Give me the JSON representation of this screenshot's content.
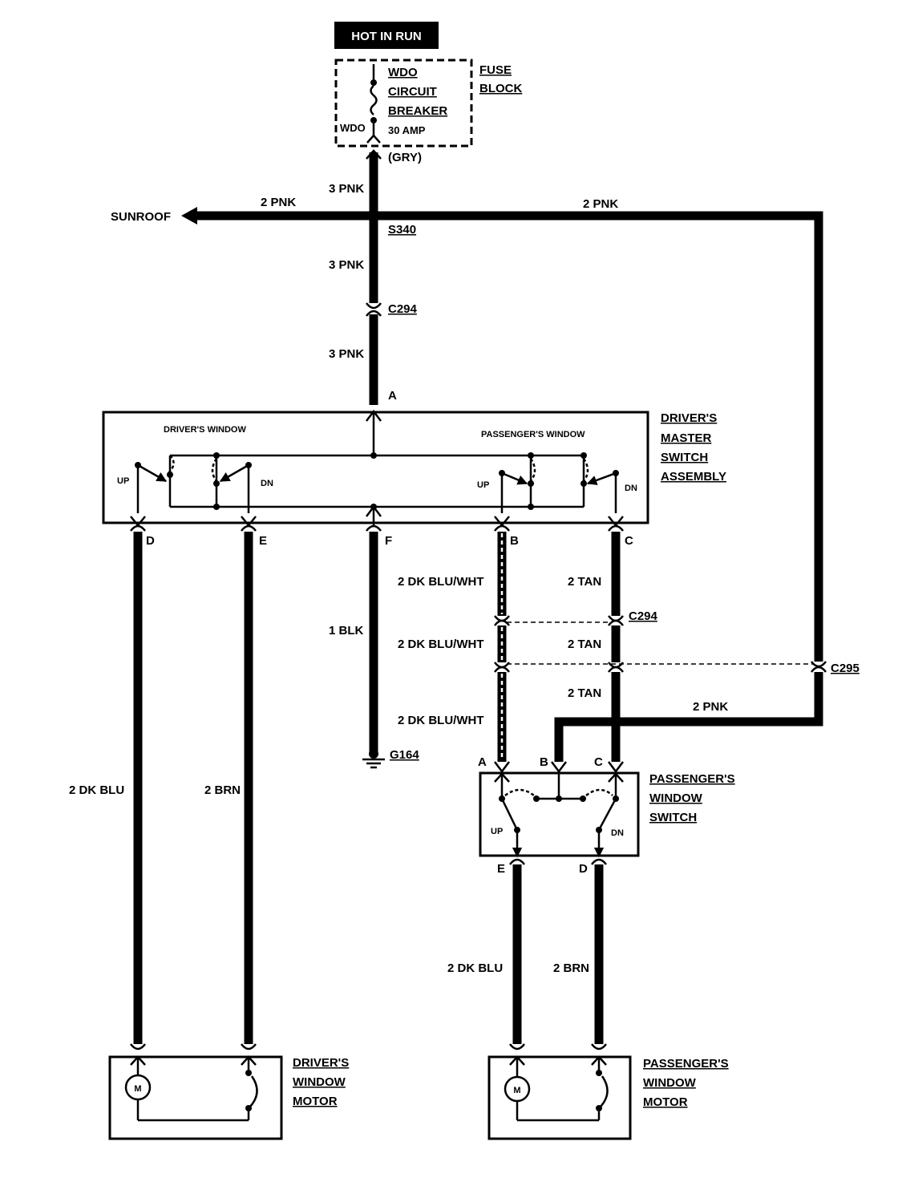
{
  "top": {
    "hot": "HOT IN RUN",
    "cb1": "WDO",
    "cb2": "CIRCUIT",
    "cb3": "BREAKER",
    "cb4": "30 AMP",
    "wdo": "WDO",
    "fuse1": "FUSE",
    "fuse2": "BLOCK",
    "gry": "(GRY)"
  },
  "wires": {
    "w1": "3 PNK",
    "w2": "2 PNK",
    "w3": "2 PNK",
    "w4": "3 PNK",
    "w5": "3 PNK",
    "w6": "1 BLK",
    "w7": "2 DK BLU/WHT",
    "w8": "2 TAN",
    "w9": "2 DK BLU/WHT",
    "w10": "2 TAN",
    "w11": "2 TAN",
    "w12": "2 PNK",
    "w13": "2 DK BLU/WHT",
    "w14": "2 DK BLU",
    "w15": "2 BRN",
    "w16": "2 DK BLU",
    "w17": "2 BRN"
  },
  "places": {
    "sunroof": "SUNROOF",
    "s340": "S340",
    "c294a": "C294",
    "c294b": "C294",
    "c295": "C295",
    "g164": "G164"
  },
  "master": {
    "l1": "DRIVER'S",
    "l2": "MASTER",
    "l3": "SWITCH",
    "l4": "ASSEMBLY",
    "drv": "DRIVER'S WINDOW",
    "pas": "PASSENGER'S WINDOW",
    "up1": "UP",
    "dn1": "DN",
    "up2": "UP",
    "dn2": "DN",
    "pA": "A",
    "pD": "D",
    "pE": "E",
    "pF": "F",
    "pB": "B",
    "pC": "C"
  },
  "pswitch": {
    "l1": "PASSENGER'S",
    "l2": "WINDOW",
    "l3": "SWITCH",
    "up": "UP",
    "dn": "DN",
    "pA": "A",
    "pB": "B",
    "pC": "C",
    "pE": "E",
    "pD": "D"
  },
  "dmotor": {
    "l1": "DRIVER'S",
    "l2": "WINDOW",
    "l3": "MOTOR",
    "m": "M"
  },
  "pmotor": {
    "l1": "PASSENGER'S",
    "l2": "WINDOW",
    "l3": "MOTOR",
    "m": "M"
  }
}
